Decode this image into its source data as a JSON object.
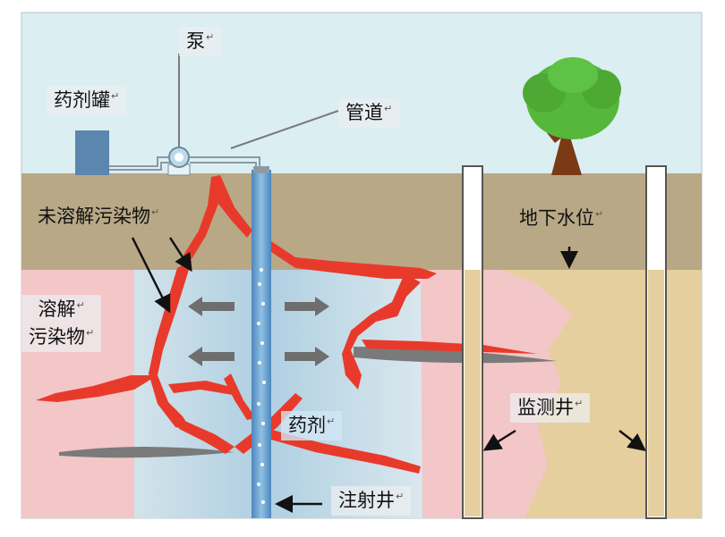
{
  "labels": {
    "pump": "泵",
    "tank": "药剂罐",
    "pipe": "管道",
    "undissolved": "未溶解污染物",
    "dissolved_line1": "溶解",
    "dissolved_line2": "污染物",
    "water_table": "地下水位",
    "monitoring_well": "监测井",
    "reagent": "药剂",
    "injection_well": "注射井",
    "return_mark": "↵"
  },
  "colors": {
    "sky": "#dbeef2",
    "upper_soil": "#b9a886",
    "saturated_tan": "#e6cf9e",
    "plume_pink": "#f3c6c8",
    "treatment_zone": "#b6d9e8",
    "contaminant_red": "#e83a2b",
    "arrow_gray": "#6e6e6e",
    "well_blue": "#6fa3cf",
    "tank_blue": "#5b86ad",
    "tree_green": "#55b83a",
    "trunk_brown": "#7a3a14"
  },
  "icons": [
    "tree-icon",
    "pump-icon",
    "tank-icon",
    "arrow-icon"
  ]
}
